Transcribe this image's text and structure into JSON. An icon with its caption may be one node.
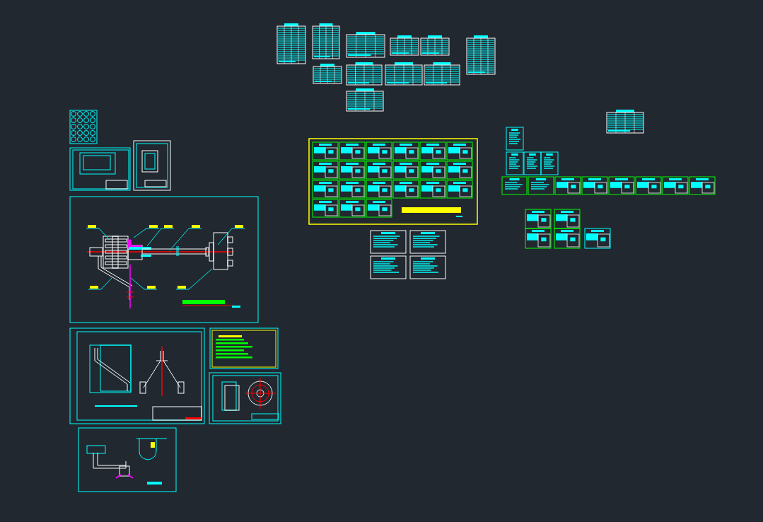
{
  "diagram": {
    "nodes": [
      {
        "text": [],
        "shape": "box"
      },
      {
        "text": [],
        "shape": "box"
      },
      {
        "text": [],
        "shape": "box"
      },
      {
        "text": [],
        "shape": "box"
      },
      {
        "text": [],
        "shape": "box"
      },
      {
        "text": [],
        "shape": "box"
      },
      {
        "text": [],
        "shape": "box"
      },
      {
        "text": [],
        "shape": "box"
      }
    ],
    "edges": [
      {
        "from": 0,
        "to": null,
        "arrow": "none"
      },
      {
        "from": 1,
        "to": null,
        "arrow": "none"
      },
      {
        "from": 2,
        "to": null,
        "arrow": "none"
      },
      {
        "from": 3,
        "to": null,
        "arrow": "none"
      },
      {
        "from": 4,
        "to": null,
        "arrow": "none"
      },
      {
        "from": 5,
        "to": null,
        "arrow": "none"
      },
      {
        "from": 6,
        "to": null,
        "arrow": "none"
      },
      {
        "from": 7,
        "to": null,
        "arrow": "none"
      }
    ]
  }
}
